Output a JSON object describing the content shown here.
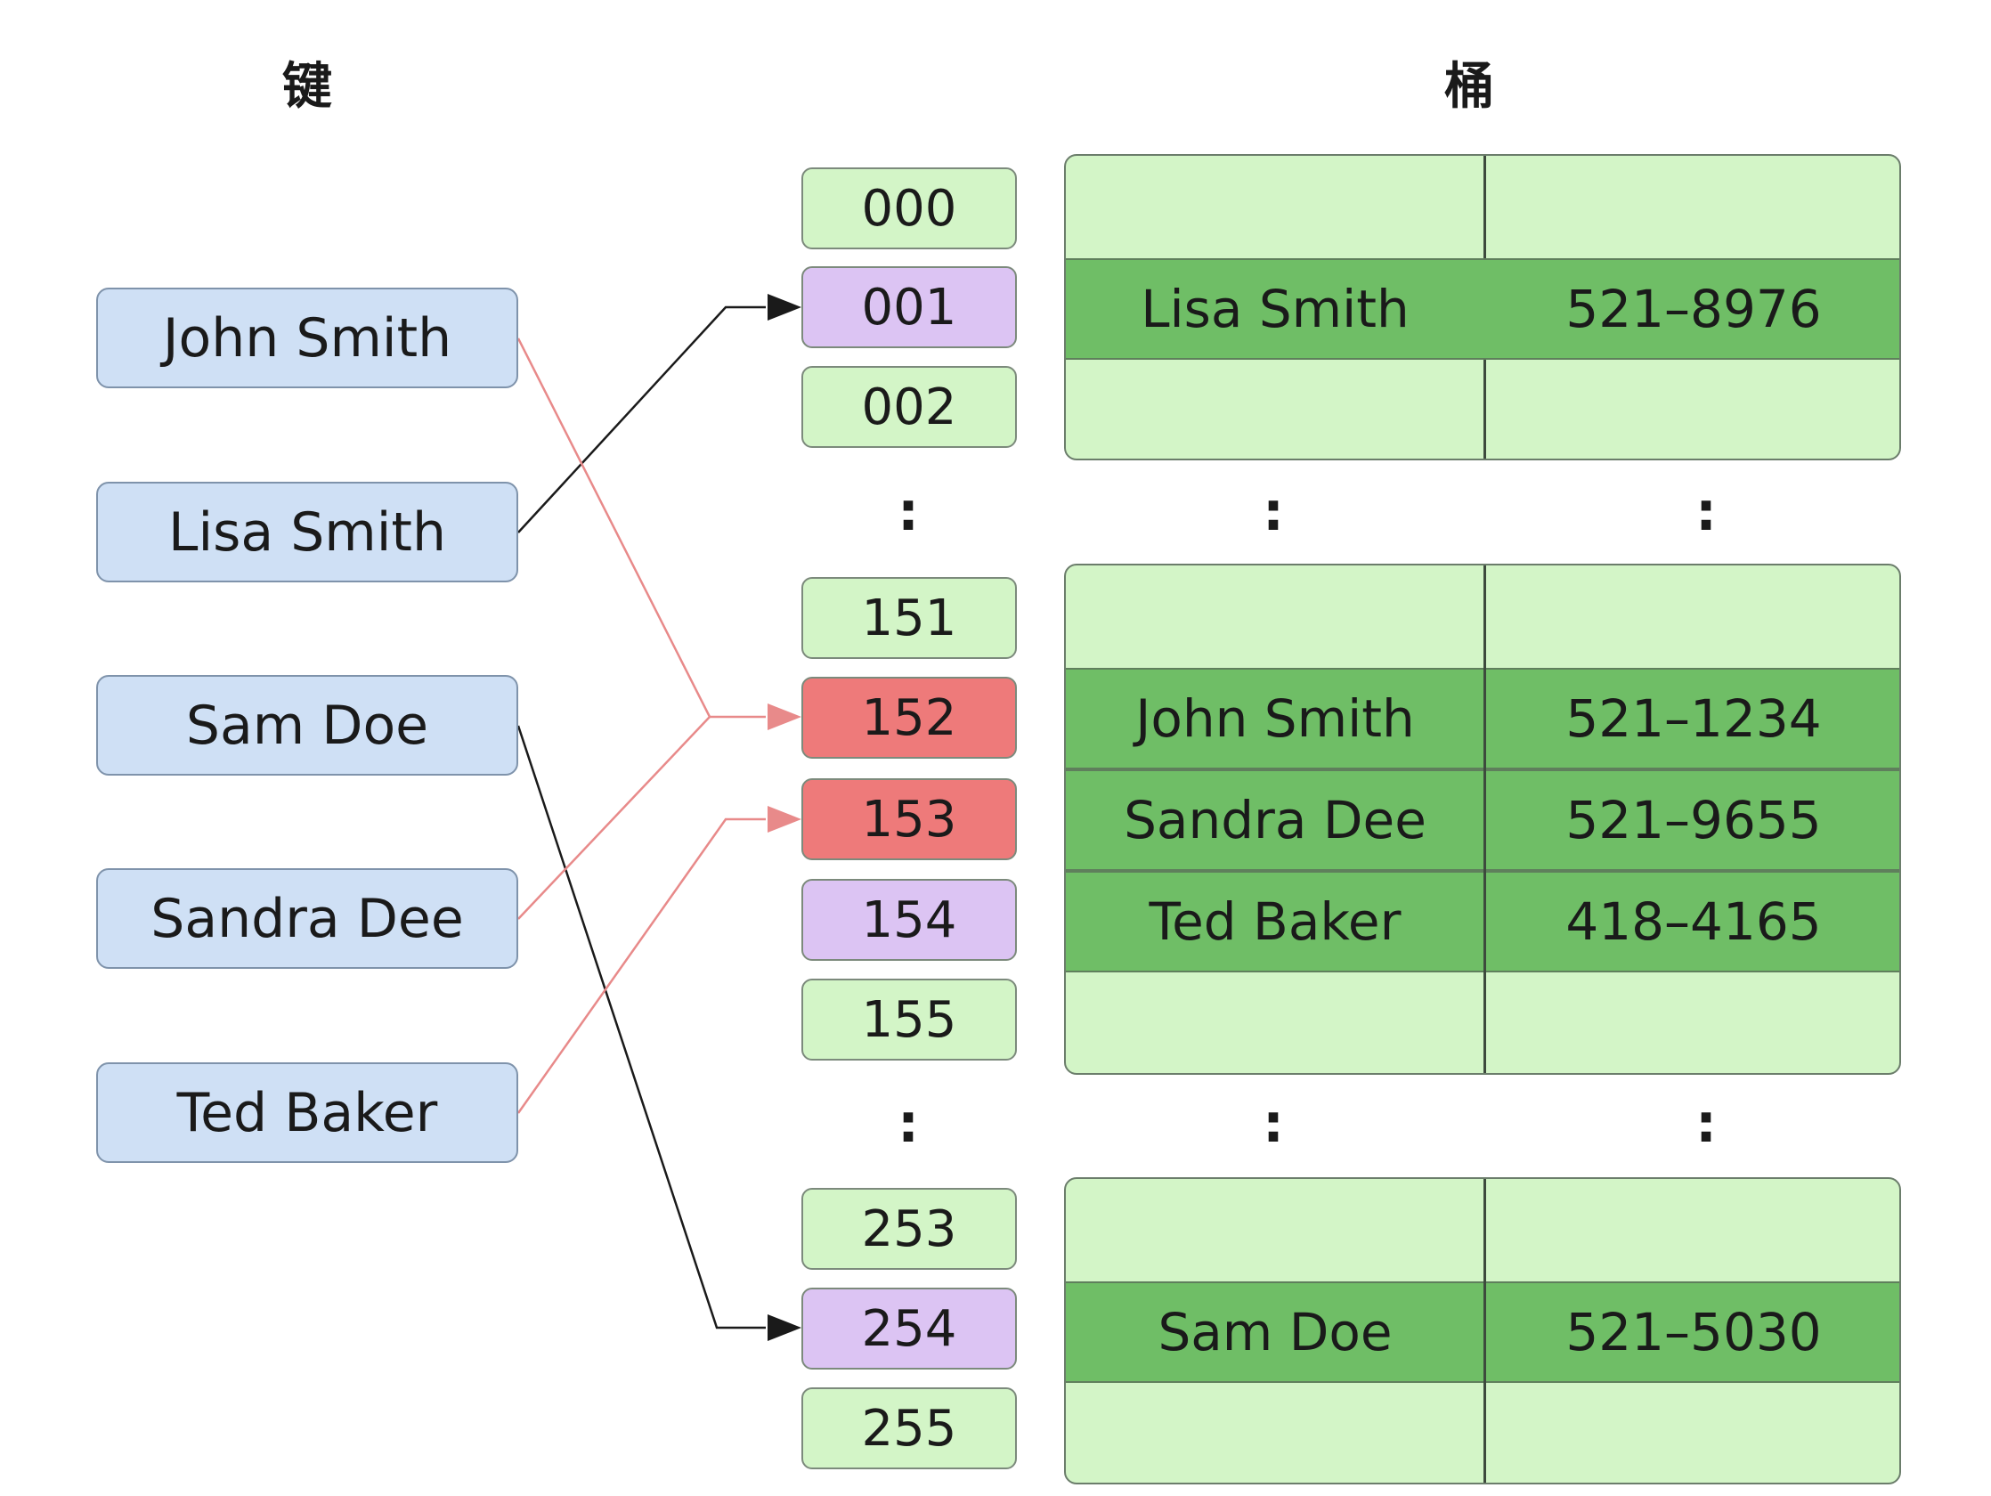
{
  "headings": {
    "keys": "键",
    "buckets": "桶"
  },
  "keys": [
    "John Smith",
    "Lisa Smith",
    "Sam Doe",
    "Sandra Dee",
    "Ted Baker"
  ],
  "index_cells": [
    {
      "label": "000",
      "state": "empty"
    },
    {
      "label": "001",
      "state": "single"
    },
    {
      "label": "002",
      "state": "empty"
    },
    {
      "label": "151",
      "state": "empty"
    },
    {
      "label": "152",
      "state": "collide"
    },
    {
      "label": "153",
      "state": "collide"
    },
    {
      "label": "154",
      "state": "single"
    },
    {
      "label": "155",
      "state": "empty"
    },
    {
      "label": "253",
      "state": "empty"
    },
    {
      "label": "254",
      "state": "single"
    },
    {
      "label": "255",
      "state": "empty"
    }
  ],
  "ellipsis": ":",
  "buckets": [
    {
      "entries": [
        {
          "name": "Lisa Smith",
          "phone": "521–8976"
        }
      ]
    },
    {
      "entries": [
        {
          "name": "John Smith",
          "phone": "521–1234"
        },
        {
          "name": "Sandra Dee",
          "phone": "521–9655"
        },
        {
          "name": "Ted Baker",
          "phone": "418–4165"
        }
      ]
    },
    {
      "entries": [
        {
          "name": "Sam Doe",
          "phone": "521–5030"
        }
      ]
    }
  ],
  "colors": {
    "key_fill": "#cfe0f5",
    "empty_slot": "#d3f5c7",
    "occupied_slot": "#dcc4f3",
    "collision_slot": "#ee7a7a",
    "filled_row": "#6fbe66",
    "collision_arrow": "#e88a8a",
    "direct_arrow": "#1a1a1a"
  }
}
